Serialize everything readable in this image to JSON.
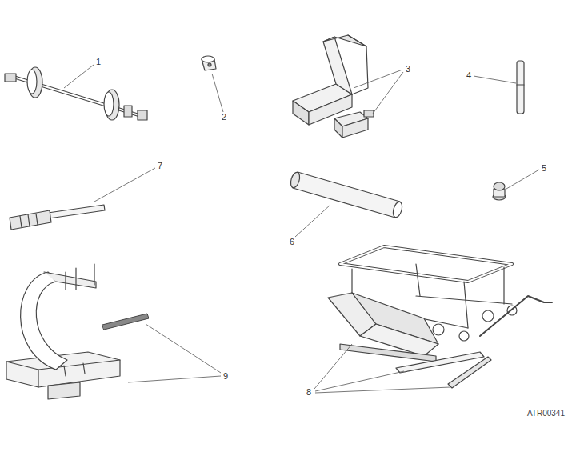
{
  "diagram": {
    "labels": [
      "1",
      "2",
      "3",
      "4",
      "7",
      "5",
      "6",
      "9",
      "8",
      "ATR00341"
    ]
  }
}
